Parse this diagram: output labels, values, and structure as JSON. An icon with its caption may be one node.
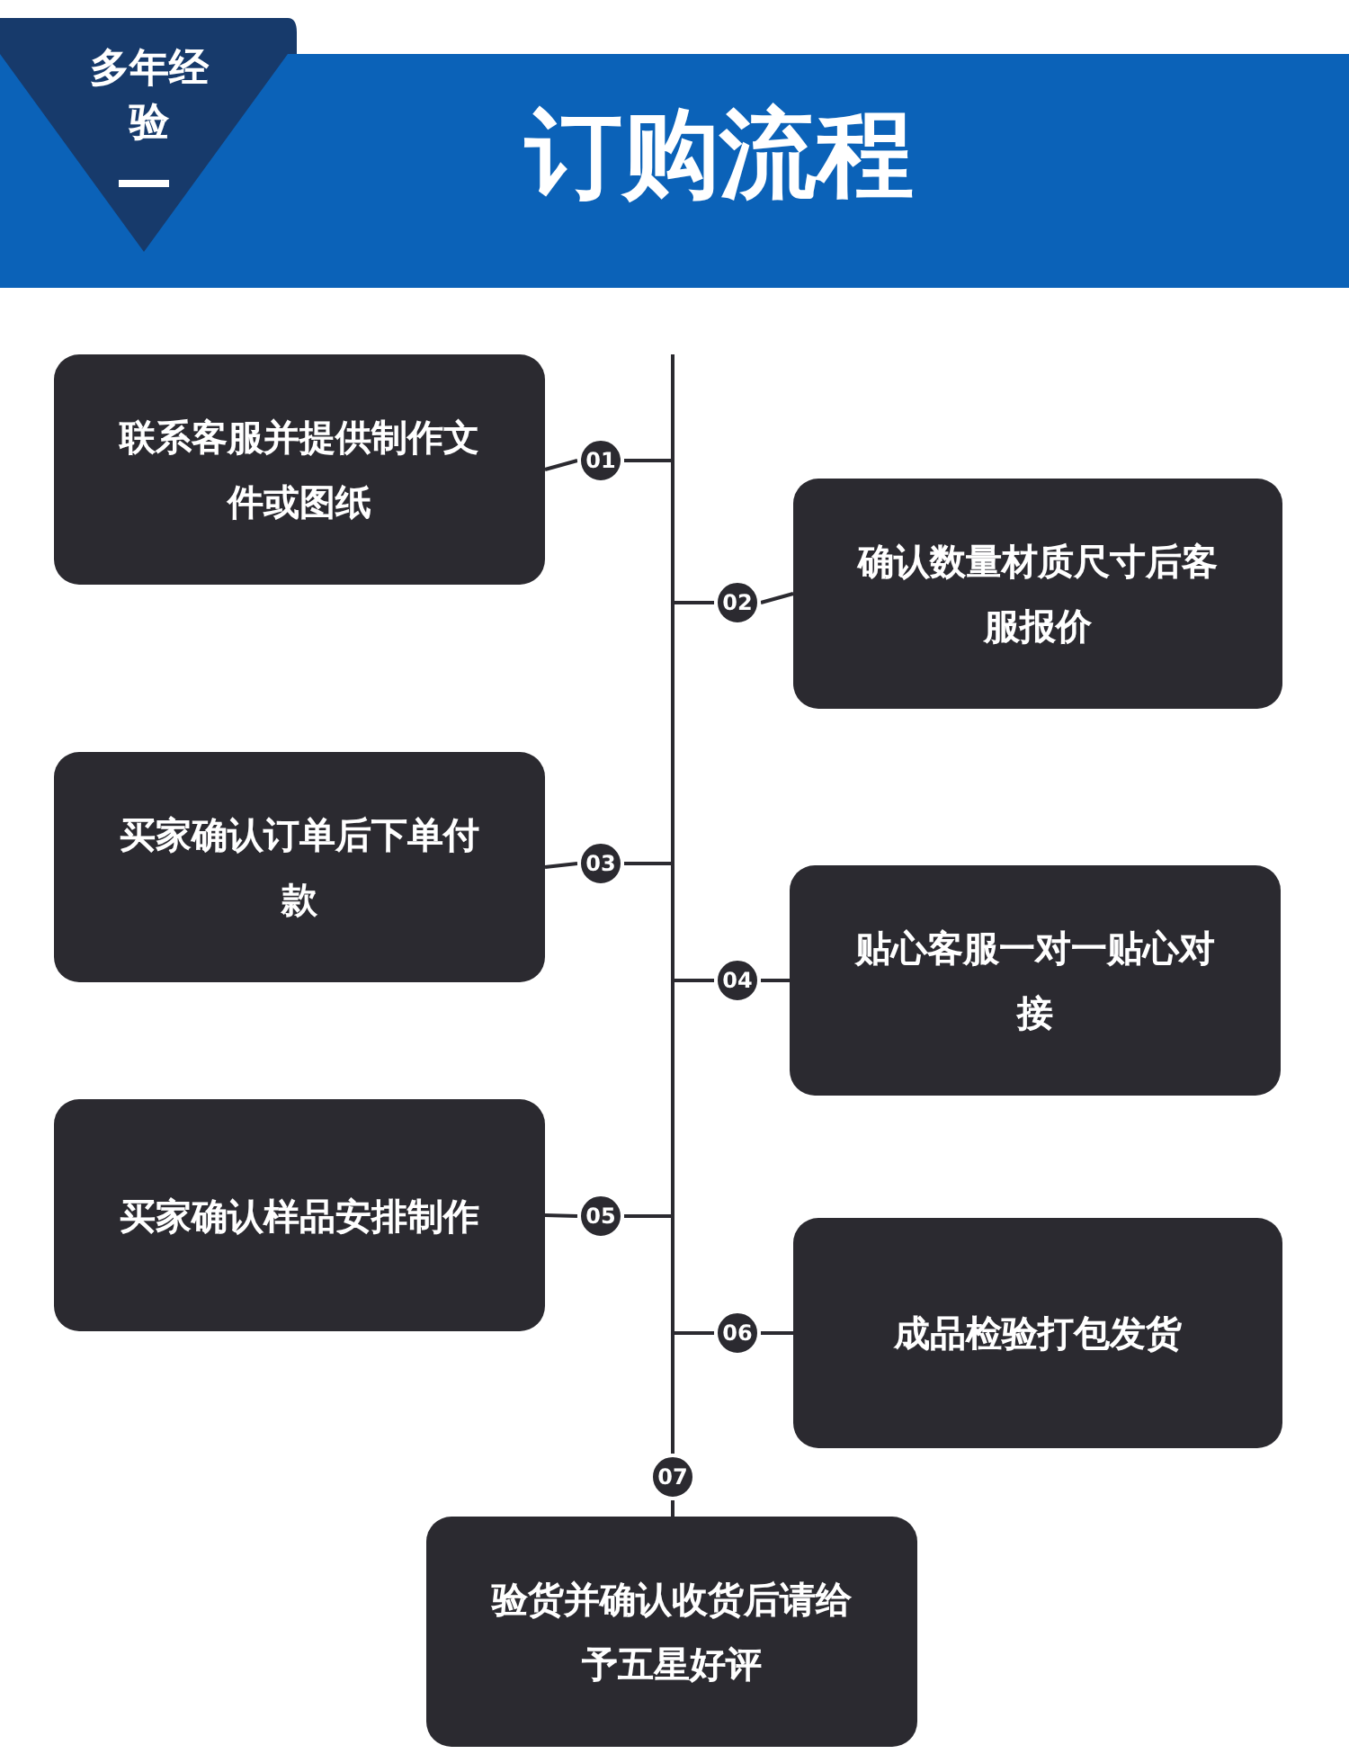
{
  "diagram": {
    "title": "订购流程",
    "nodes": [
      {
        "text": [
          "联系客服并提供制作文件或图纸"
        ]
      },
      {
        "text": [
          "01"
        ]
      },
      {
        "text": [
          "02"
        ]
      },
      {
        "text": [
          "确认数量材质尺寸后客服报价"
        ]
      },
      {
        "text": [
          "买家确认订单后下单付款"
        ]
      },
      {
        "text": [
          "03"
        ]
      },
      {
        "text": [
          "04"
        ]
      },
      {
        "text": [
          "贴心客服一对一贴心对接"
        ]
      },
      {
        "text": [
          "买家确认样品安排制作"
        ]
      },
      {
        "text": [
          "05"
        ]
      },
      {
        "text": [
          "06"
        ]
      },
      {
        "text": [
          "成品检验打包发货"
        ]
      },
      {
        "text": [
          "07"
        ]
      },
      {
        "text": [
          "验货并确认收货后请给予五星好评"
        ]
      }
    ],
    "edges": [
      {
        "from": null,
        "to": 1,
        "arrow": "none"
      },
      {
        "from": 1,
        "to": 0,
        "arrow": "none"
      },
      {
        "from": 1,
        "to": 2,
        "arrow": "none"
      },
      {
        "from": 2,
        "to": 3,
        "arrow": "none"
      },
      {
        "from": 2,
        "to": 5,
        "arrow": "none"
      },
      {
        "from": 5,
        "to": 4,
        "arrow": "none"
      },
      {
        "from": 5,
        "to": 6,
        "arrow": "none"
      },
      {
        "from": 6,
        "to": 7,
        "arrow": "none"
      },
      {
        "from": 6,
        "to": 9,
        "arrow": "none"
      },
      {
        "from": 9,
        "to": 8,
        "arrow": "none"
      },
      {
        "from": 9,
        "to": 10,
        "arrow": "none"
      },
      {
        "from": 10,
        "to": 11,
        "arrow": "none"
      },
      {
        "from": 10,
        "to": 12,
        "arrow": "none"
      },
      {
        "from": 12,
        "to": 13,
        "arrow": "none"
      }
    ],
    "labels": [
      "多年经验"
    ]
  }
}
